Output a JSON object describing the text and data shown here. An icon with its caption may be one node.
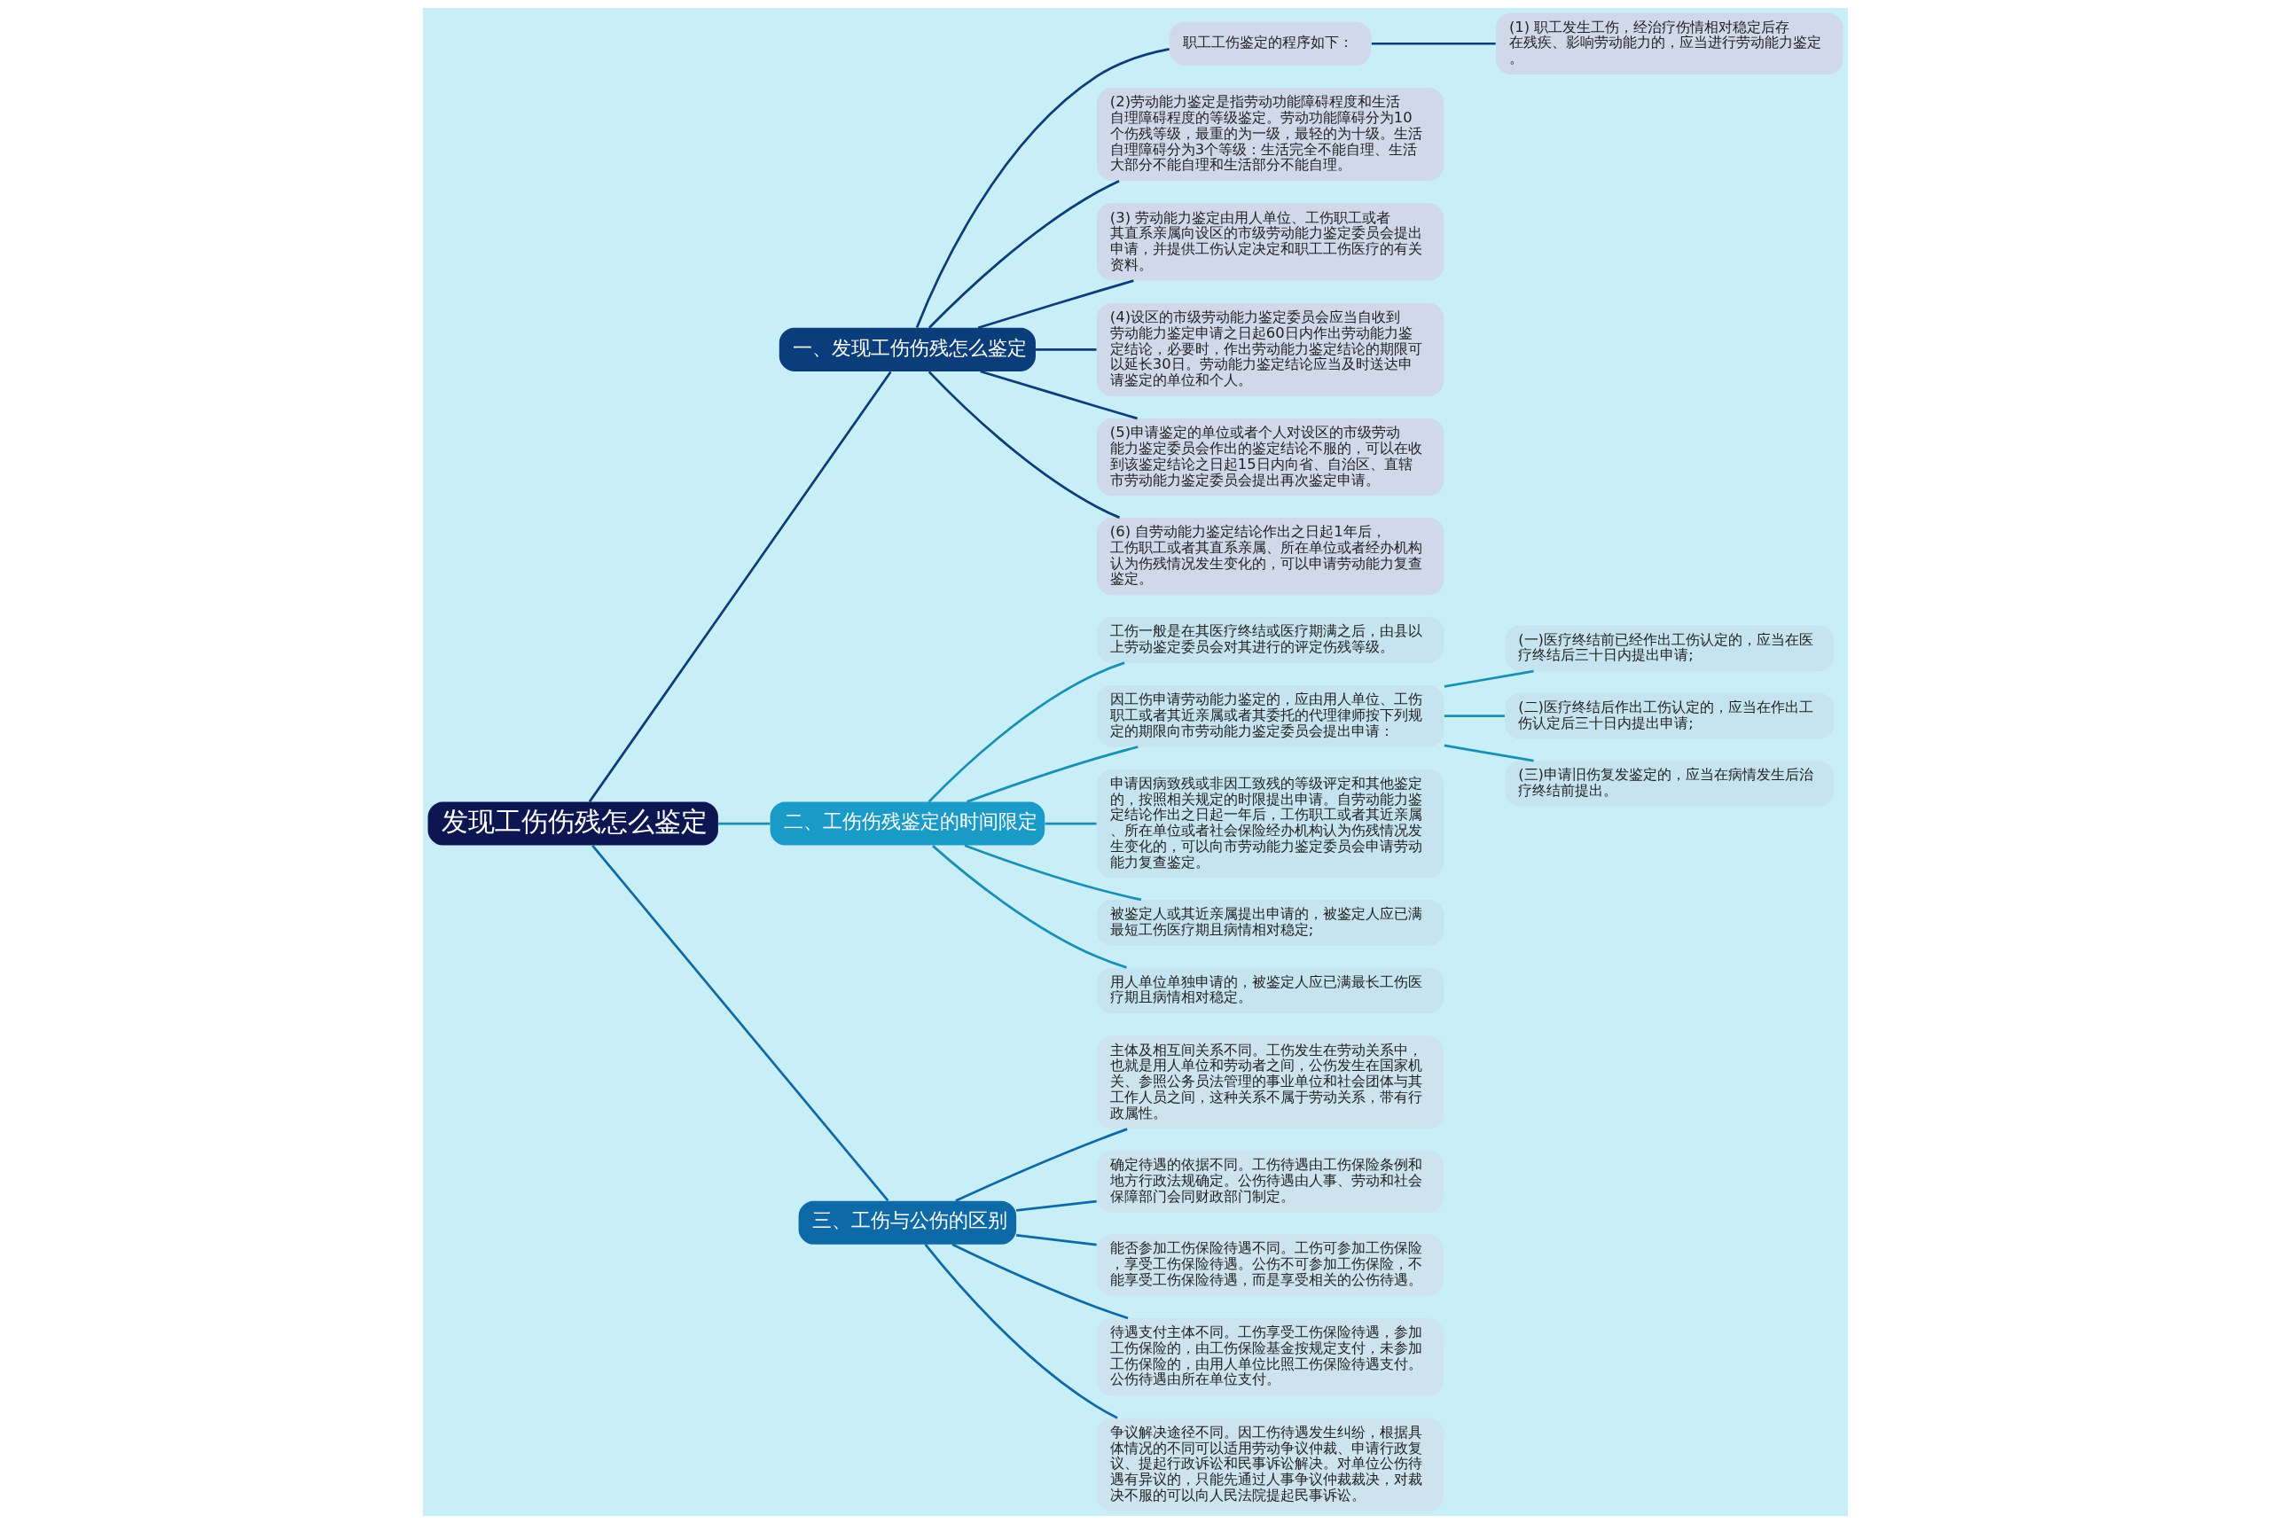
{
  "diagram": {
    "nodes": [
      {
        "text": [
          "发现工伤伤残怎么鉴定"
        ]
      },
      {
        "text": [
          "一、发现工伤伤残怎么鉴定"
        ]
      },
      {
        "text": [
          "职工工伤鉴定的程序如下："
        ]
      },
      {
        "text": [
          "(1) 职工发生工伤，经治疗伤情相对稳定后存在残疾、影响劳动能力的，应当进行劳动能力鉴定。"
        ]
      },
      {
        "text": [
          "(2)劳动能力鉴定是指劳动功能障碍程度和生活自理障碍程度的等级鉴定。劳动功能障碍分为10个伤残等级，最重的为一级，最轻的为十级。生活自理障碍分为3个等级：生活完全不能自理、生活大部分不能自理和生活部分不能自理。"
        ]
      },
      {
        "text": [
          "(3) 劳动能力鉴定由用人单位、工伤职工或者其直系亲属向设区的市级劳动能力鉴定委员会提出申请，并提供工伤认定决定和职工工伤医疗的有关资料。"
        ]
      },
      {
        "text": [
          "(4)设区的市级劳动能力鉴定委员会应当自收到劳动能力鉴定申请之日起60日内作出劳动能力鉴定结论，必要时，作出劳动能力鉴定结论的期限可以延长30日。劳动能力鉴定结论应当及时送达申请鉴定的单位和个人。"
        ]
      },
      {
        "text": [
          "(5)申请鉴定的单位或者个人对设区的市级劳动能力鉴定委员会作出的鉴定结论不服的，可以在收到该鉴定结论之日起15日内向省、自治区、直辖市劳动能力鉴定委员会提出再次鉴定申请。"
        ]
      },
      {
        "text": [
          "(6) 自劳动能力鉴定结论作出之日起1年后，工伤职工或者其直系亲属、所在单位或者经办机构认为伤残情况发生变化的，可以申请劳动能力复查鉴定。"
        ]
      },
      {
        "text": [
          "二、工伤伤残鉴定的时间限定"
        ]
      },
      {
        "text": [
          "工伤一般是在其医疗终结或医疗期满之后，由县以上劳动鉴定委员会对其进行的评定伤残等级。"
        ]
      },
      {
        "text": [
          "因工伤申请劳动能力鉴定的，应由用人单位、工伤职工或者其近亲属或者其委托的代理律师按下列规定的期限向市劳动能力鉴定委员会提出申请："
        ]
      },
      {
        "text": [
          "(一)医疗终结前已经作出工伤认定的，应当在医疗终结后三十日内提出申请;"
        ]
      },
      {
        "text": [
          "(二)医疗终结后作出工伤认定的，应当在作出工伤认定后三十日内提出申请;"
        ]
      },
      {
        "text": [
          "(三)申请旧伤复发鉴定的，应当在病情发生后治疗终结前提出。"
        ]
      },
      {
        "text": [
          "申请因病致残或非因工致残的等级评定和其他鉴定的，按照相关规定的时限提出申请。自劳动能力鉴定结论作出之日起一年后，工伤职工或者其近亲属、所在单位或者社会保险经办机构认为伤残情况发生变化的，可以向市劳动能力鉴定委员会申请劳动能力复查鉴定。"
        ]
      },
      {
        "text": [
          "被鉴定人或其近亲属提出申请的，被鉴定人应已满最短工伤医疗期且病情相对稳定;"
        ]
      },
      {
        "text": [
          "用人单位单独申请的，被鉴定人应已满最长工伤医疗期且病情相对稳定。"
        ]
      },
      {
        "text": [
          "三、工伤与公伤的区别"
        ]
      },
      {
        "text": [
          "主体及相互间关系不同。工伤发生在劳动关系中，也就是用人单位和劳动者之间，公伤发生在国家机关、参照公务员法管理的事业单位和社会团体与其工作人员之间，这种关系不属于劳动关系，带有行政属性。"
        ]
      },
      {
        "text": [
          "确定待遇的依据不同。工伤待遇由工伤保险条例和地方行政法规确定。公伤待遇由人事、劳动和社会保障部门会同财政部门制定。"
        ]
      },
      {
        "text": [
          "能否参加工伤保险待遇不同。工伤可参加工伤保险，享受工伤保险待遇。公伤不可参加工伤保险，不能享受工伤保险待遇，而是享受相关的公伤待遇。"
        ]
      },
      {
        "text": [
          "待遇支付主体不同。工伤享受工伤保险待遇，参加工伤保险的，由工伤保险基金按规定支付，未参加工伤保险的，由用人单位比照工伤保险待遇支付。公伤待遇由所在单位支付。"
        ]
      },
      {
        "text": [
          "争议解决途径不同。因工伤待遇发生纠纷，根据具体情况的不同可以适用劳动争议仲裁、申请行政复议、提起行政诉讼和民事诉讼解决。对单位公伤待遇有异议的，只能先通过人事争议仲裁裁决，对裁决不服的可以向人民法院提起民事诉讼。"
        ]
      }
    ],
    "edges": [
      {
        "from": 0,
        "to": 1,
        "arrow": "none",
        "color": "#0b3d7a"
      },
      {
        "from": 1,
        "to": 2,
        "arrow": "none",
        "color": "#0b3d7a"
      },
      {
        "from": 2,
        "to": 3,
        "arrow": "none",
        "color": "#0b3d7a"
      },
      {
        "from": 1,
        "to": 4,
        "arrow": "none",
        "color": "#0b3d7a"
      },
      {
        "from": 1,
        "to": 5,
        "arrow": "none",
        "color": "#0b3d7a"
      },
      {
        "from": 1,
        "to": 6,
        "arrow": "none",
        "color": "#0b3d7a"
      },
      {
        "from": 1,
        "to": 7,
        "arrow": "none",
        "color": "#0b3d7a"
      },
      {
        "from": 1,
        "to": 8,
        "arrow": "none",
        "color": "#0b3d7a"
      },
      {
        "from": 0,
        "to": 9,
        "arrow": "none"
      },
      {
        "from": 9,
        "to": 10,
        "arrow": "none"
      },
      {
        "from": 9,
        "to": 11,
        "arrow": "none"
      },
      {
        "from": 11,
        "to": 12,
        "arrow": "none"
      },
      {
        "from": 11,
        "to": 13,
        "arrow": "none"
      },
      {
        "from": 11,
        "to": 14,
        "arrow": "none"
      },
      {
        "from": 9,
        "to": 15,
        "arrow": "none"
      },
      {
        "from": 9,
        "to": 16,
        "arrow": "none"
      },
      {
        "from": 9,
        "to": 17,
        "arrow": "none"
      },
      {
        "from": 0,
        "to": 18,
        "arrow": "none",
        "color": "#0e6aa6"
      },
      {
        "from": 18,
        "to": 19,
        "arrow": "none",
        "color": "#0e6aa6"
      },
      {
        "from": 18,
        "to": 20,
        "arrow": "none",
        "color": "#0e6aa6"
      },
      {
        "from": 18,
        "to": 21,
        "arrow": "none",
        "color": "#0e6aa6"
      },
      {
        "from": 18,
        "to": 22,
        "arrow": "none",
        "color": "#0e6aa6"
      },
      {
        "from": 18,
        "to": 23,
        "arrow": "none",
        "color": "#0e6aa6"
      }
    ]
  }
}
